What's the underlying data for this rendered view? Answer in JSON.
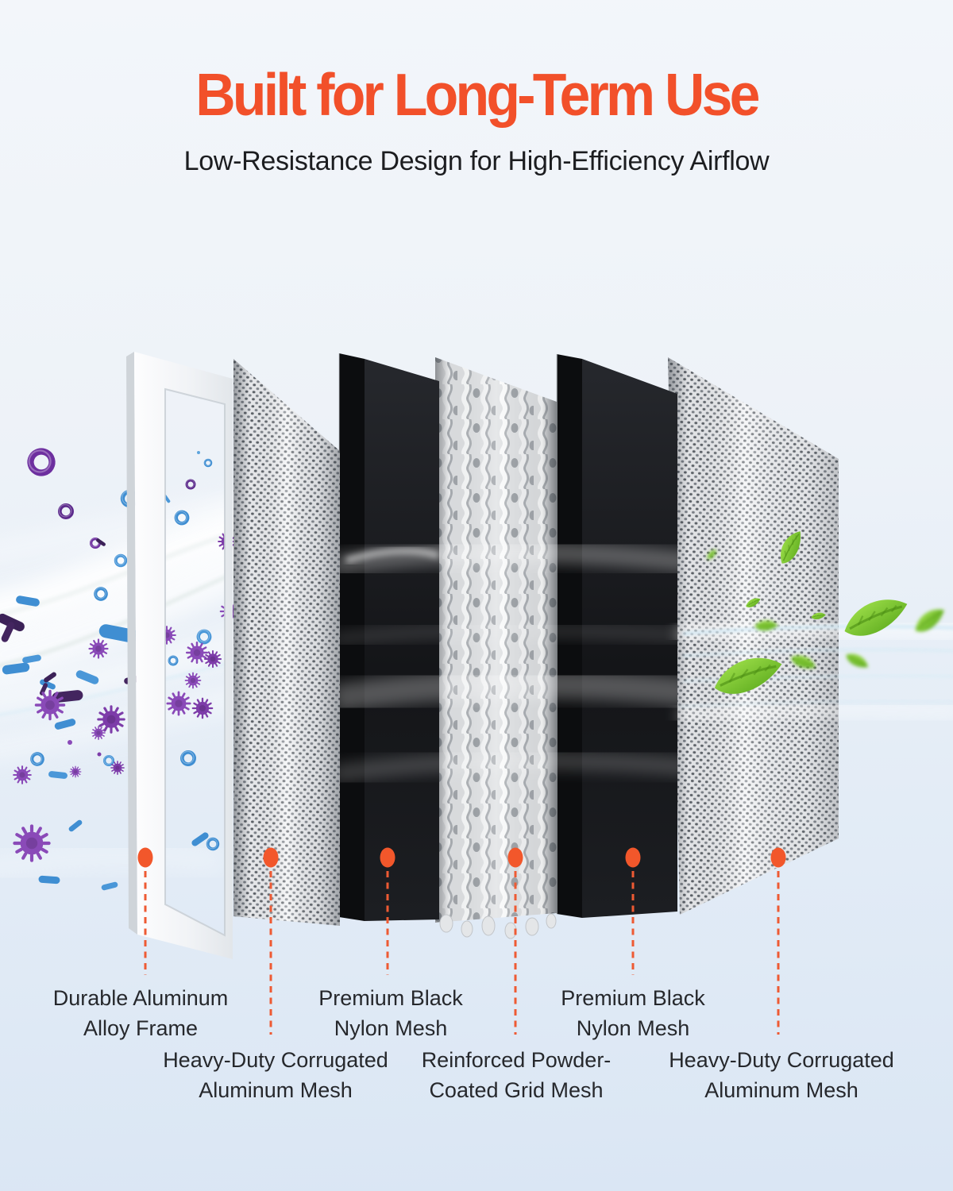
{
  "header": {
    "title": "Built for Long-Term Use",
    "subtitle": "Low-Resistance Design for High-Efficiency Airflow"
  },
  "callouts": [
    {
      "line1": "Durable Aluminum",
      "line2": "Alloy Frame",
      "row": 1
    },
    {
      "line1": "Heavy-Duty Corrugated",
      "line2": "Aluminum Mesh",
      "row": 2
    },
    {
      "line1": "Premium Black",
      "line2": "Nylon Mesh",
      "row": 1
    },
    {
      "line1": "Reinforced Powder-",
      "line2": "Coated Grid Mesh",
      "row": 2
    },
    {
      "line1": "Premium Black",
      "line2": "Nylon Mesh",
      "row": 1
    },
    {
      "line1": "Heavy-Duty Corrugated",
      "line2": "Aluminum Mesh",
      "row": 2
    }
  ],
  "layers": [
    {
      "name": "aluminum-alloy-frame"
    },
    {
      "name": "corrugated-aluminum-mesh-front"
    },
    {
      "name": "black-nylon-mesh-front"
    },
    {
      "name": "powder-coated-grid-mesh"
    },
    {
      "name": "black-nylon-mesh-back"
    },
    {
      "name": "corrugated-aluminum-mesh-back"
    }
  ],
  "icons": {
    "left_particles": "purple-virus-and-blue-bacteria-particles",
    "right_particles": "green-clean-air-leaves",
    "airflow": "white-air-streaks",
    "callout_marker": "orange-dot-with-dashed-leader-line"
  },
  "palette": {
    "accent_orange": "#F2502A",
    "callout_line_orange": "#EE5A33",
    "body_text": "#1C1D20",
    "label_text": "#26282C",
    "background_top": "#F3F6FA",
    "background_bottom": "#DAE6F4",
    "mesh_silver": "#F1F2F4",
    "panel_black": "#17181B",
    "leaf_green": "#6FC32B",
    "bacteria_purple": "#8A4AB8",
    "bacteria_blue": "#3F8ED2"
  }
}
